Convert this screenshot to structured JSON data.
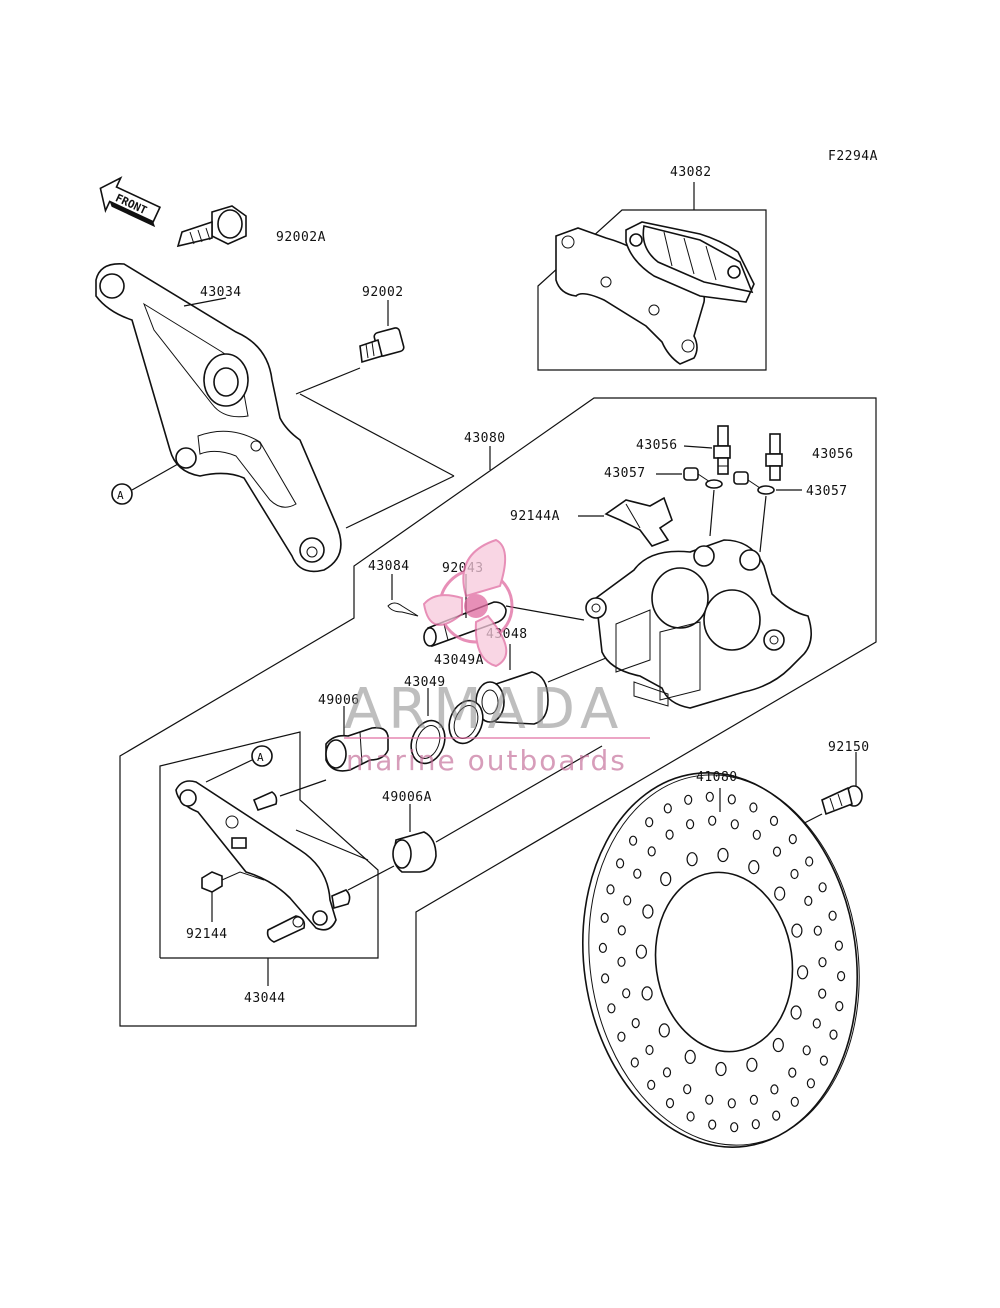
{
  "figure_code": "F2294A",
  "front_arrow_label": "FRONT",
  "ref_marker": "A",
  "parts": {
    "p92002A": "92002A",
    "p43034": "43034",
    "p92002": "92002",
    "p43082": "43082",
    "p43080": "43080",
    "p43056_left": "43056",
    "p43056_right": "43056",
    "p43057_left": "43057",
    "p43057_right": "43057",
    "p92144A": "92144A",
    "p43084": "43084",
    "p92043": "92043",
    "p43048": "43048",
    "p43049A": "43049A",
    "p43049": "43049",
    "p49006": "49006",
    "p49006A": "49006A",
    "p92144": "92144",
    "p43044": "43044",
    "p92150": "92150",
    "p41080": "41080"
  },
  "watermark": {
    "title": "ARMADA",
    "subtitle": "marine outboards",
    "accent_color": "#e06aa0"
  }
}
